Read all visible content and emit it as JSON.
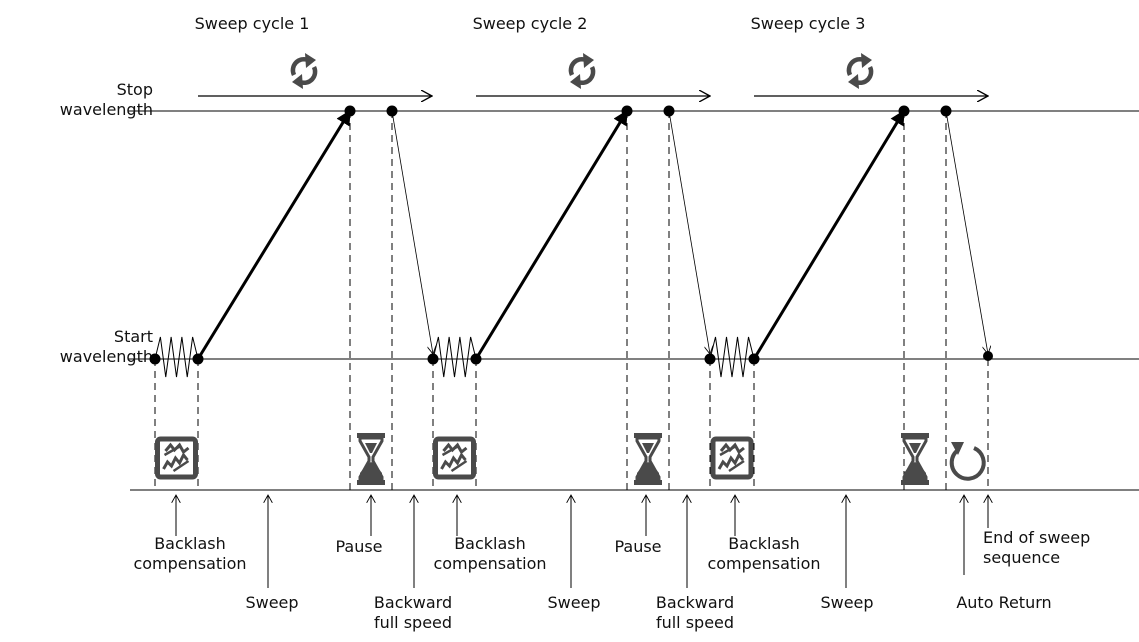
{
  "cycles": [
    {
      "label": "Sweep cycle 1",
      "phases": {
        "backlash": "Backlash\ncompensation",
        "sweep": "Sweep",
        "pause": "Pause",
        "backward": "Backward\nfull speed"
      }
    },
    {
      "label": "Sweep cycle 2",
      "phases": {
        "backlash": "Backlash\ncompensation",
        "sweep": "Sweep",
        "pause": "Pause",
        "backward": "Backward\nfull speed"
      }
    },
    {
      "label": "Sweep cycle 3",
      "phases": {
        "backlash": "Backlash\ncompensation",
        "sweep": "Sweep"
      }
    }
  ],
  "axis_labels": {
    "stop": "Stop\nwavelength",
    "start": "Start\nwavelength"
  },
  "final_labels": {
    "auto_return": "Auto Return",
    "end": "End of sweep\nsequence"
  },
  "icons": {
    "cycle": "cycle-arrows-icon",
    "backlash": "backlash-gear-icon",
    "pause": "hourglass-icon",
    "auto_return": "auto-return-icon"
  },
  "colors": {
    "line": "#000000",
    "icon": "#4a4a4a"
  }
}
